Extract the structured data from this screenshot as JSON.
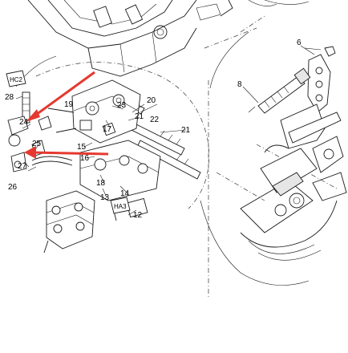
{
  "diagram": {
    "part_labels": [
      "6",
      "8",
      "12",
      "13",
      "14",
      "15",
      "16",
      "17",
      "18",
      "19",
      "20",
      "21",
      "21",
      "22",
      "23",
      "24",
      "25",
      "26",
      "27",
      "28"
    ],
    "callout_tags": [
      "HC2",
      "HA3"
    ],
    "arrow_color": "#e5392f",
    "line_color": "#1a1a1a"
  }
}
